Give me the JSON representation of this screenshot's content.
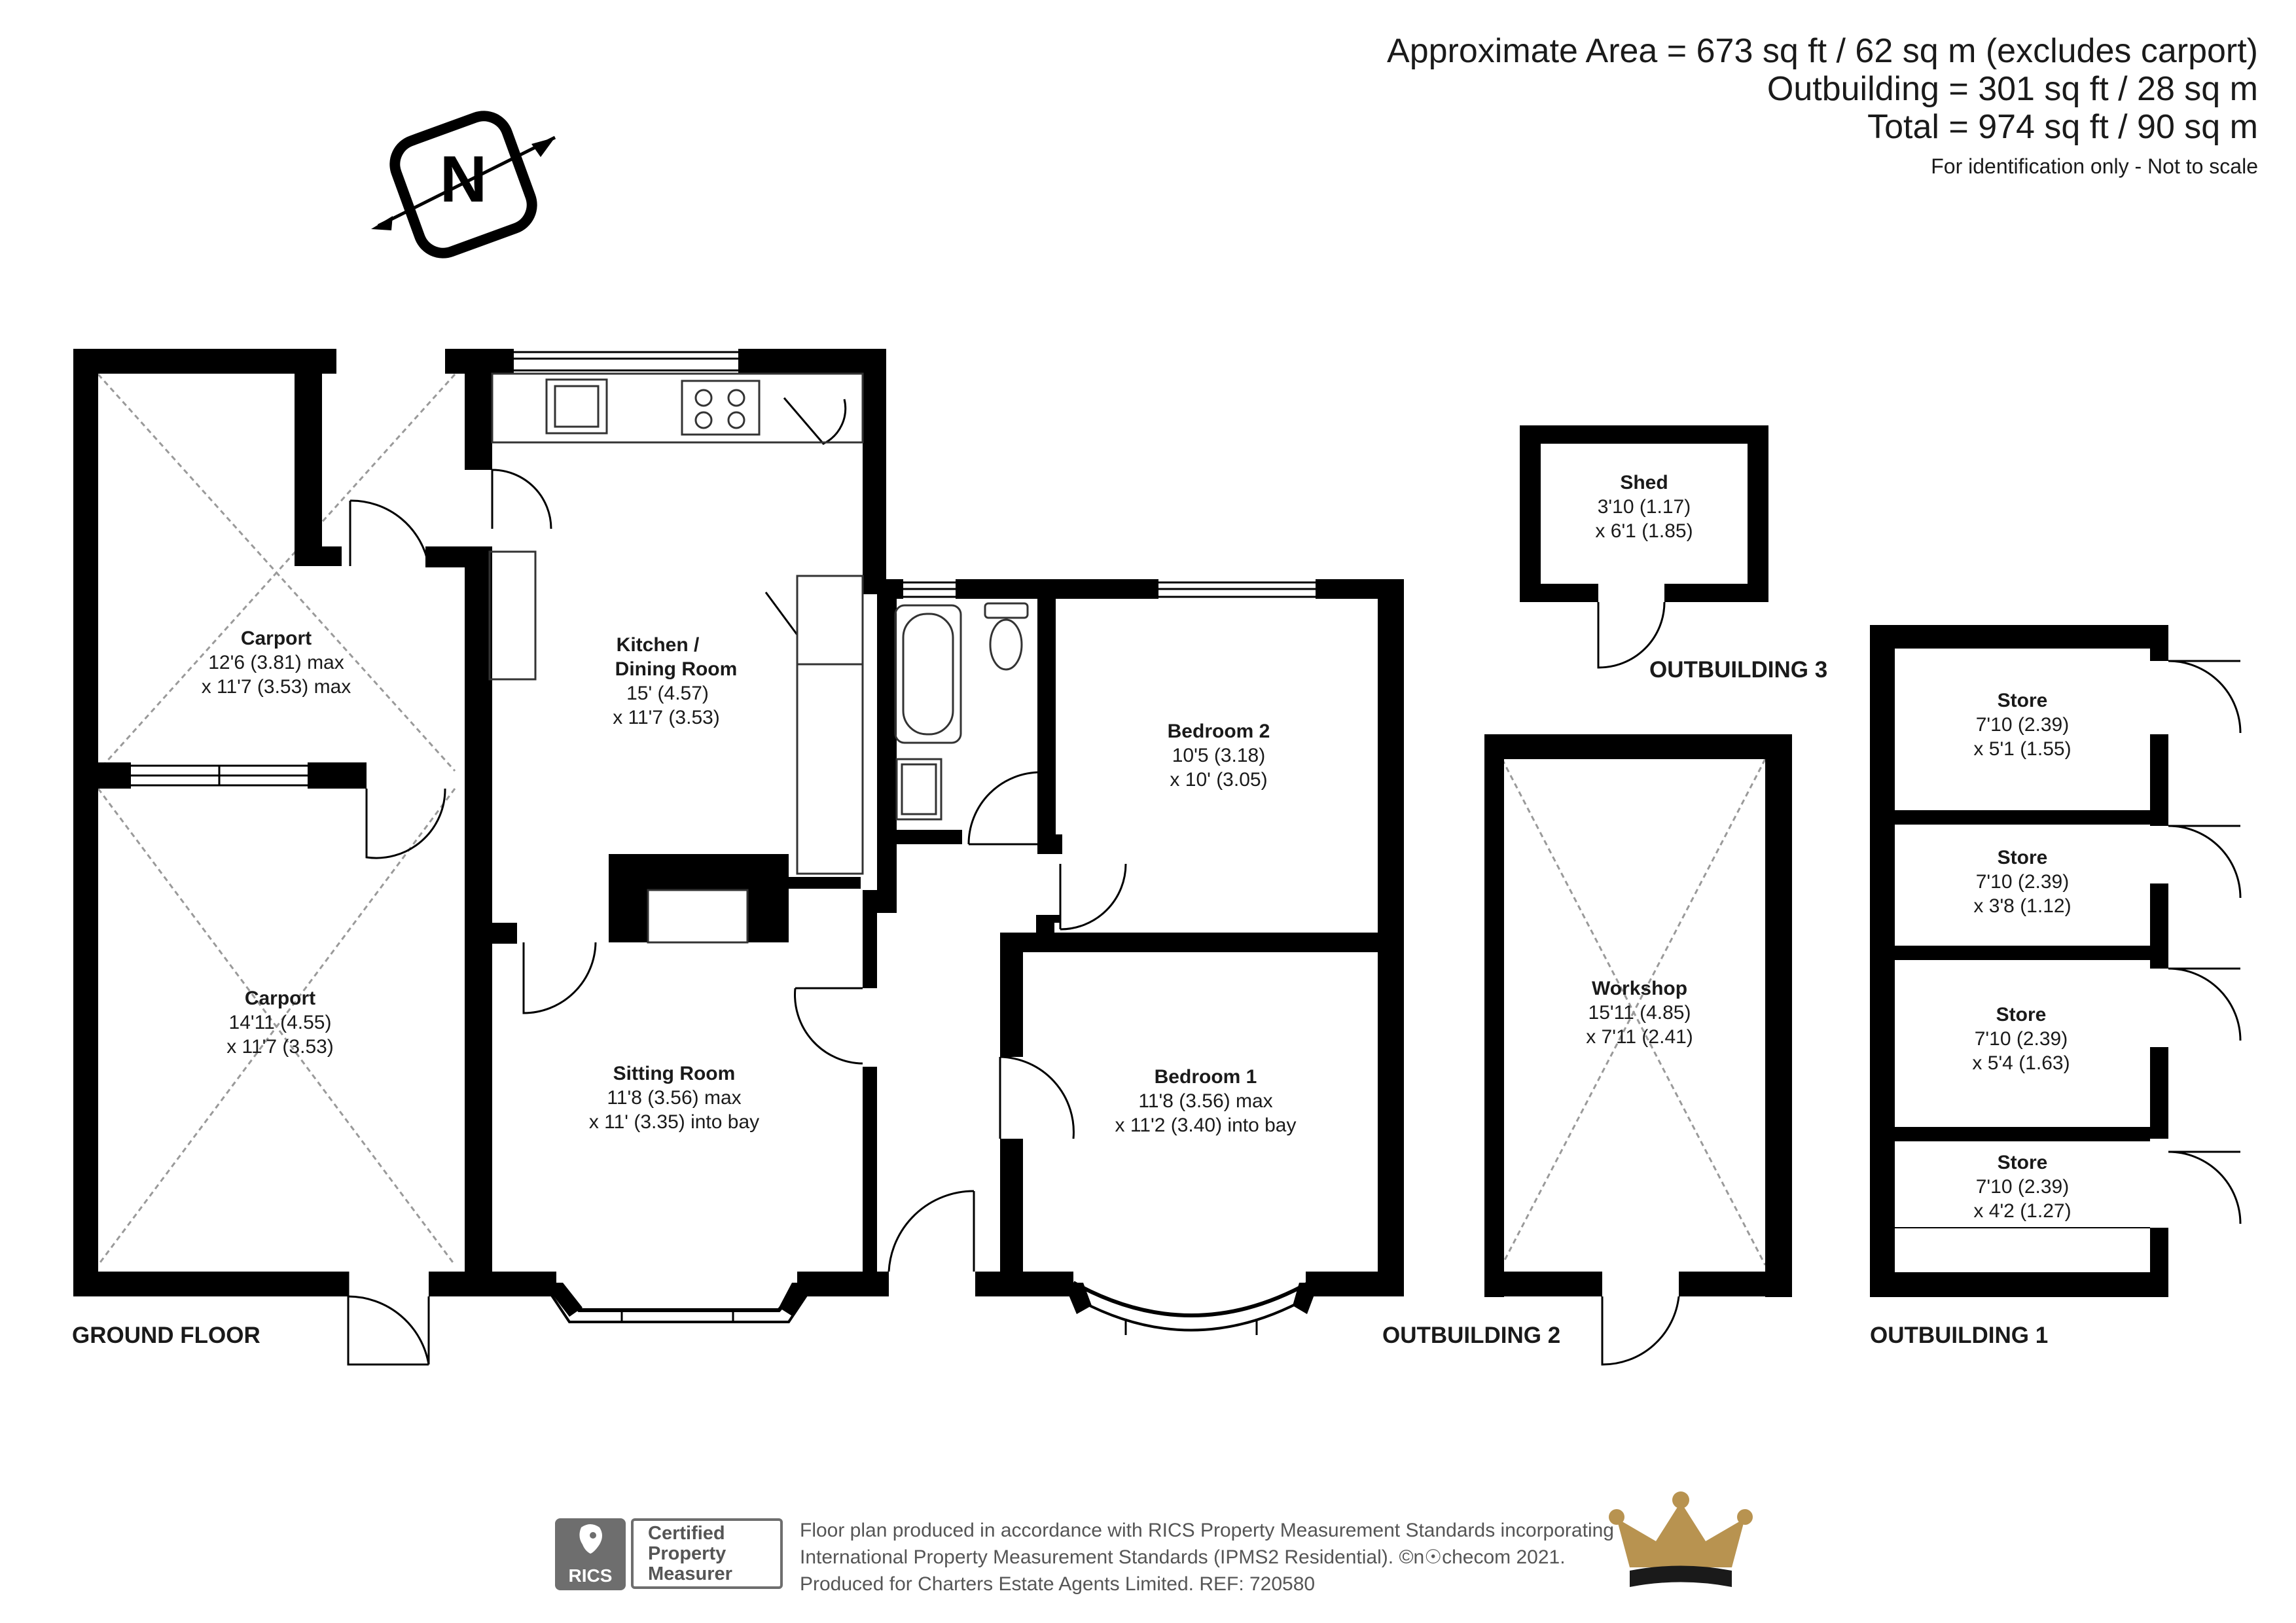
{
  "header": {
    "area_line1": "Approximate Area = 673 sq ft / 62 sq m (excludes carport)",
    "area_line2": "Outbuilding = 301 sq ft / 28 sq m",
    "area_line3": "Total = 974 sq ft / 90 sq m",
    "note": "For identification only - Not to scale"
  },
  "compass": {
    "letter": "N"
  },
  "rooms": {
    "carport_upper": {
      "name": "Carport",
      "dim1": "12'6 (3.81) max",
      "dim2": "x 11'7 (3.53) max"
    },
    "carport_lower": {
      "name": "Carport",
      "dim1": "14'11 (4.55)",
      "dim2": "x 11'7 (3.53)"
    },
    "kitchen": {
      "name1": "Kitchen /",
      "name2": "Dining Room",
      "dim1": "15' (4.57)",
      "dim2": "x 11'7 (3.53)"
    },
    "sitting": {
      "name": "Sitting Room",
      "dim1": "11'8 (3.56) max",
      "dim2": "x 11' (3.35) into bay"
    },
    "bedroom2": {
      "name": "Bedroom 2",
      "dim1": "10'5 (3.18)",
      "dim2": "x 10' (3.05)"
    },
    "bedroom1": {
      "name": "Bedroom 1",
      "dim1": "11'8 (3.56) max",
      "dim2": "x 11'2 (3.40) into bay"
    },
    "shed": {
      "name": "Shed",
      "dim1": "3'10 (1.17)",
      "dim2": "x 6'1 (1.85)"
    },
    "workshop": {
      "name": "Workshop",
      "dim1": "15'11 (4.85)",
      "dim2": "x 7'11 (2.41)"
    },
    "store1": {
      "name": "Store",
      "dim1": "7'10 (2.39)",
      "dim2": "x 5'1 (1.55)"
    },
    "store2": {
      "name": "Store",
      "dim1": "7'10 (2.39)",
      "dim2": "x 3'8 (1.12)"
    },
    "store3": {
      "name": "Store",
      "dim1": "7'10 (2.39)",
      "dim2": "x 5'4 (1.63)"
    },
    "store4": {
      "name": "Store",
      "dim1": "7'10 (2.39)",
      "dim2": "x 4'2 (1.27)"
    }
  },
  "labels": {
    "ground_floor": "GROUND FLOOR",
    "outbuilding1": "OUTBUILDING 1",
    "outbuilding2": "OUTBUILDING 2",
    "outbuilding3": "OUTBUILDING 3"
  },
  "footer": {
    "rics": "RICS",
    "cert1": "Certified",
    "cert2": "Property",
    "cert3": "Measurer",
    "text1": "Floor plan produced in accordance with RICS Property Measurement Standards incorporating",
    "text2": "International Property Measurement Standards (IPMS2 Residential).  ©n☉checom 2021.",
    "text3": "Produced for Charters Estate Agents Limited.   REF:  720580"
  },
  "colors": {
    "wall": "#000000",
    "thin_line": "#333333",
    "diag": "#9a9a9a",
    "gold": "#b89350",
    "grey": "#6e6e6e"
  }
}
